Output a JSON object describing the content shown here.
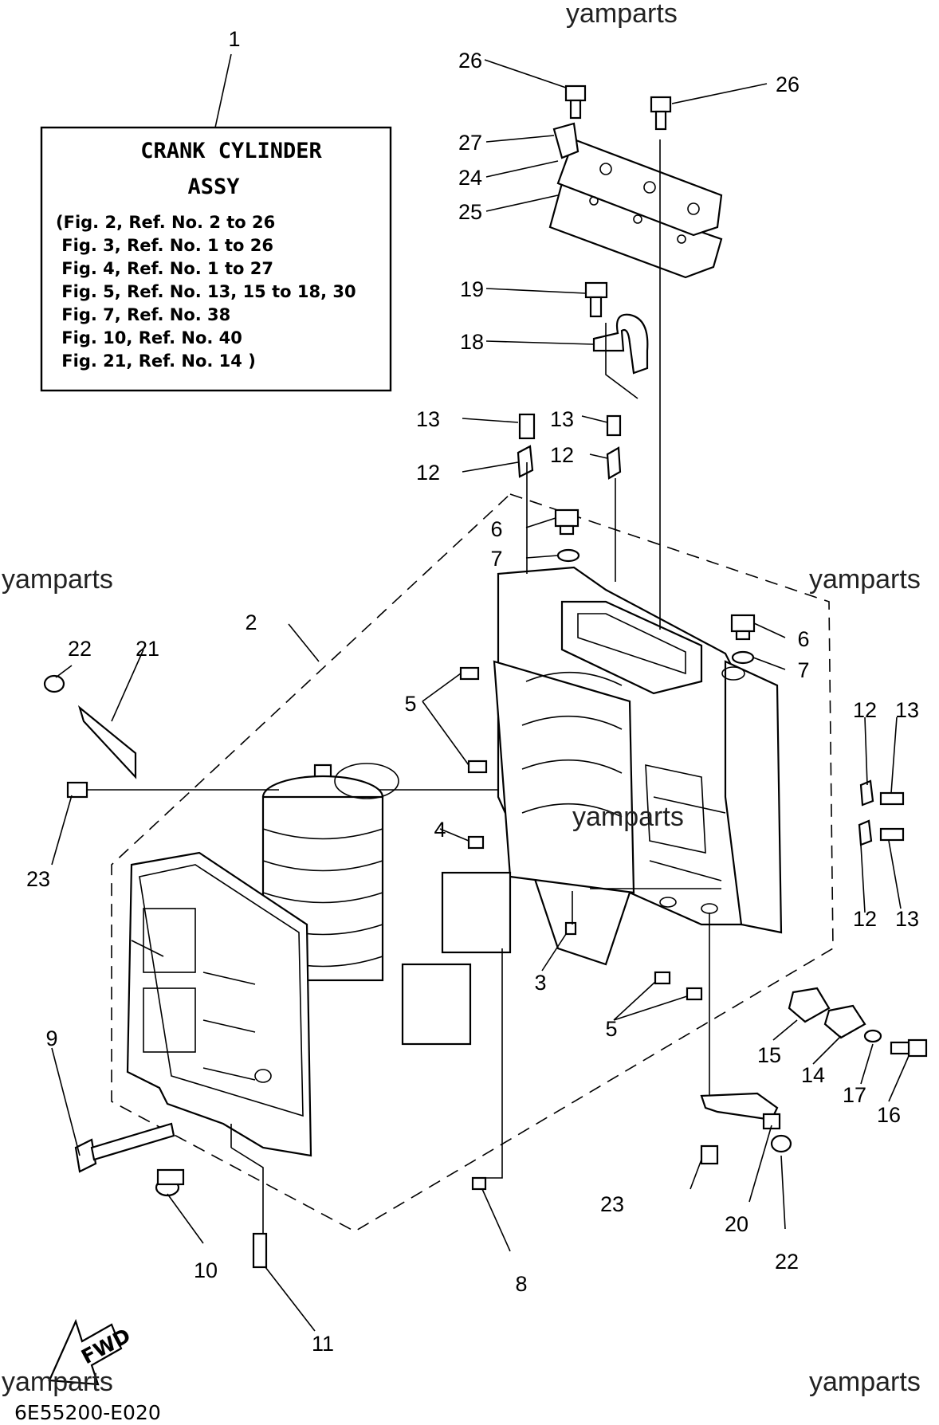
{
  "watermarks": [
    "yamparts",
    "yamparts",
    "yamparts",
    "yamparts",
    "yamparts",
    "yamparts"
  ],
  "info_box": {
    "number": "1",
    "title_line1": "CRANK CYLINDER",
    "title_line2": "ASSY",
    "lines": [
      "(Fig. 2, Ref. No. 2 to 26",
      " Fig. 3, Ref. No. 1 to 26",
      " Fig. 4, Ref. No. 1 to 27",
      " Fig. 5, Ref. No. 13, 15 to 18, 30",
      " Fig. 7, Ref. No. 38",
      " Fig. 10, Ref. No. 40",
      " Fig. 21, Ref. No. 14 )"
    ]
  },
  "callouts": [
    "26",
    "26",
    "27",
    "24",
    "25",
    "19",
    "18",
    "13",
    "13",
    "12",
    "12",
    "6",
    "7",
    "6",
    "7",
    "2",
    "22",
    "21",
    "5",
    "4",
    "12",
    "13",
    "12",
    "13",
    "23",
    "3",
    "5",
    "15",
    "14",
    "17",
    "16",
    "9",
    "23",
    "20",
    "22",
    "10",
    "8",
    "11"
  ],
  "fwd_label": "FWD",
  "diagram_code": "6E55200-E020"
}
